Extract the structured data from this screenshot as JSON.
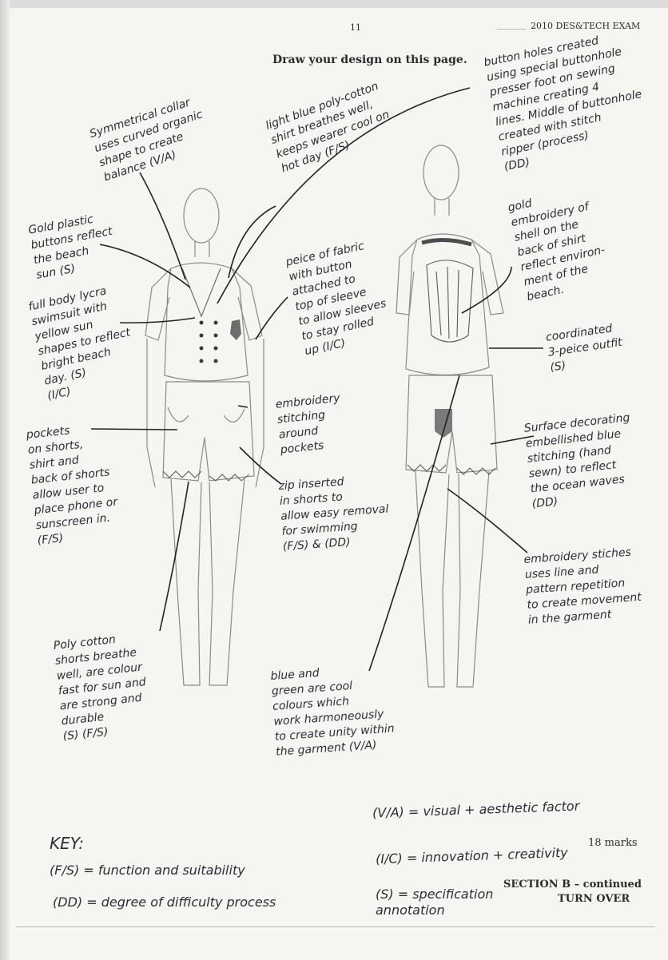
{
  "header": {
    "page_number": "11",
    "exam_title": "2010 DES&TECH EXAM",
    "instruction": "Draw your design on this page."
  },
  "annotations": {
    "symmetrical_collar": "Symmetrical collar\nuses curved organic\nshape to create\nbalance (V/A)",
    "light_blue_shirt": "light blue poly-cotton\nshirt breathes well,\nkeeps wearer cool on\nhot day (F/S)",
    "buttonholes": "button holes created\nusing special buttonhole\npresser foot on sewing\nmachine creating 4\nlines. Middle of buttonhole\ncreated with stitch\nripper (process)\n(DD)",
    "gold_buttons": "Gold plastic\nbuttons reflect\nthe beach\nsun (S)",
    "swimsuit": "full body lycra\nswimsuit with\nyellow sun\nshapes to reflect\nbright beach\nday. (S)\n(I/C)",
    "sleeve_fabric": "peice of fabric\nwith button\nattached to\ntop of sleeve\nto allow sleeves\nto stay rolled\nup (I/C)",
    "gold_embroidery": "gold\nembroidery of\nshell on the\nback of shirt\nreflect environ-\nment of the\nbeach.",
    "coordinated": "coordinated\n3-peice outfit\n(S)",
    "embroidery_pockets": "embroidery\nstitching\naround\npockets",
    "pockets": "pockets\non shorts,\nshirt and\nback of shorts\nallow user to\nplace phone or\nsunscreen in.\n(F/S)",
    "surface_decorating": "Surface decorating\nembellished blue\nstitching (hand\nsewn) to reflect\nthe ocean waves\n(DD)",
    "zip": "zip inserted\nin shorts to\nallow easy removal\nfor swimming\n(F/S) & (DD)",
    "embroidery_stitches": "embroidery stiches\nuses line and\npattern repetition\nto create movement\nin the garment",
    "poly_cotton_shorts": "Poly cotton\nshorts breathe\nwell, are colour\nfast for sun and\nare strong and\ndurable\n(S)  (F/S)",
    "blue_green": "blue and\ngreen are cool\ncolours which\nwork harmoneously\nto create unity within\nthe garment (V/A)"
  },
  "key": {
    "title": "KEY:",
    "items": [
      "(F/S) = function and suitability",
      "(DD) = degree of difficulty process",
      "(V/A) = visual + aesthetic factor",
      "(I/C) = innovation + creativity",
      "(S) = specification\n        annotation"
    ]
  },
  "footer": {
    "marks": "18 marks",
    "section": "SECTION B – continued",
    "turn_over": "TURN OVER"
  }
}
